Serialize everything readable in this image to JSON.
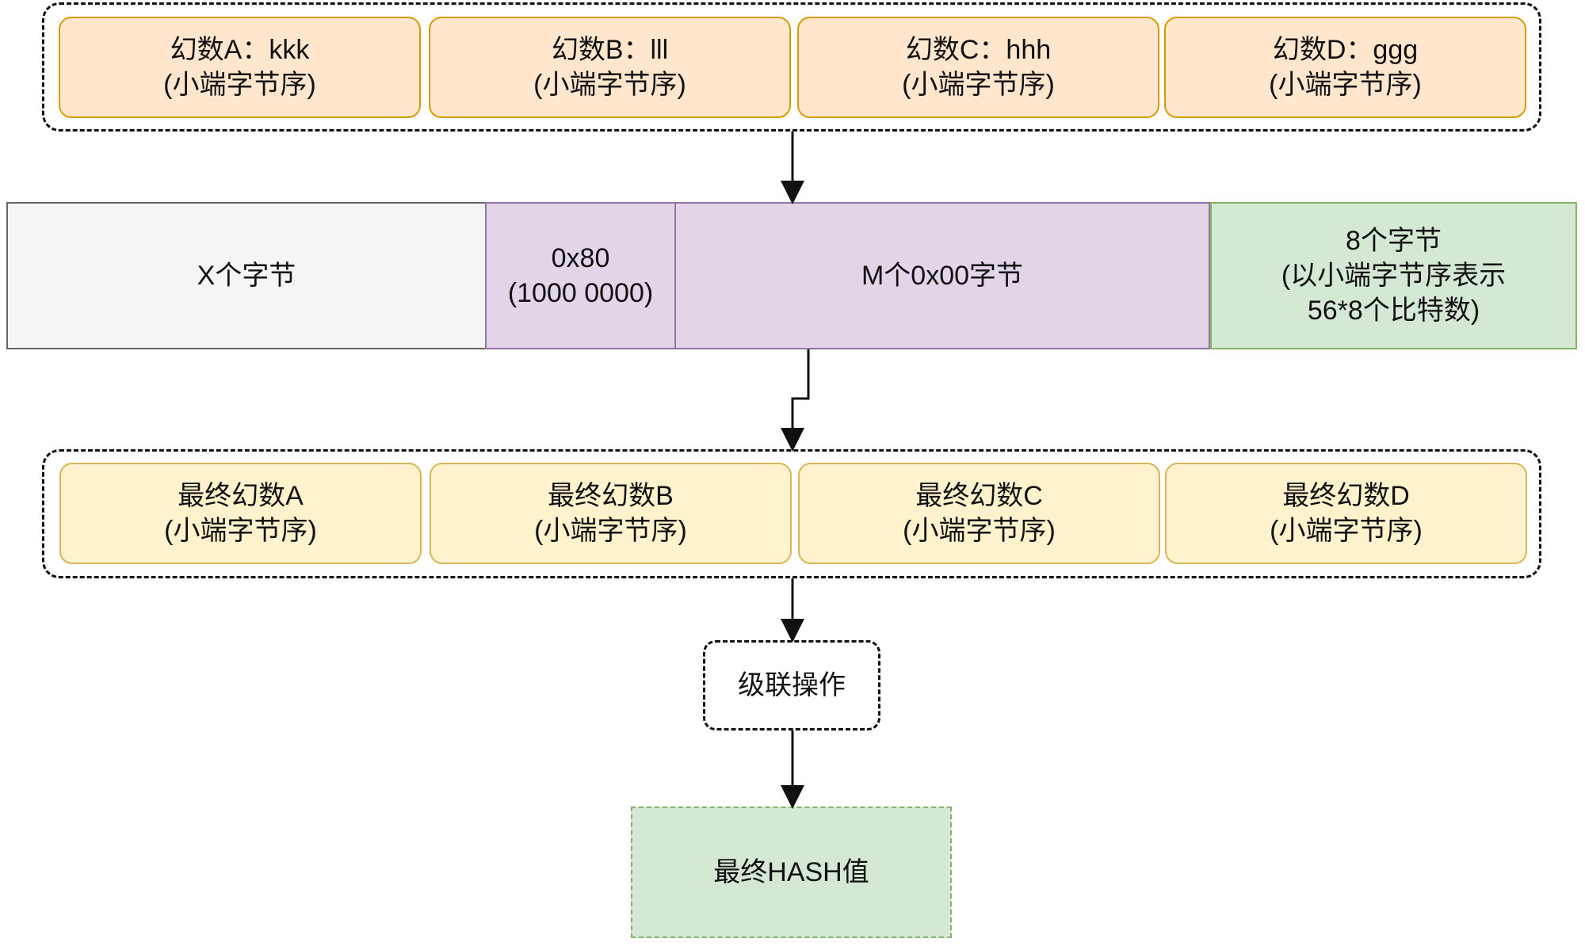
{
  "initial_magic": [
    {
      "title": "幻数A：kkk",
      "note": "(小端字节序)"
    },
    {
      "title": "幻数B：lll",
      "note": "(小端字节序)"
    },
    {
      "title": "幻数C：hhh",
      "note": "(小端字节序)"
    },
    {
      "title": "幻数D：ggg",
      "note": "(小端字节序)"
    }
  ],
  "message_block": {
    "data_segment": "X个字节",
    "pad_byte_line1": "0x80",
    "pad_byte_line2": "(1000 0000)",
    "zero_padding": "M个0x00字节",
    "length_line1": "8个字节",
    "length_line2": "(以小端字节序表示",
    "length_line3": "56*8个比特数)"
  },
  "final_magic": [
    {
      "title": "最终幻数A",
      "note": "(小端字节序)"
    },
    {
      "title": "最终幻数B",
      "note": "(小端字节序)"
    },
    {
      "title": "最终幻数C",
      "note": "(小端字节序)"
    },
    {
      "title": "最终幻数D",
      "note": "(小端字节序)"
    }
  ],
  "concat_step": "级联操作",
  "result": "最终HASH值",
  "colors": {
    "magic_fill": "#ffe6cc",
    "final_fill": "#fff2cc",
    "data_fill": "#f5f5f5",
    "padding_fill": "#e1d5e7",
    "length_fill": "#d5e8d4",
    "result_fill": "#d5e8d4"
  }
}
